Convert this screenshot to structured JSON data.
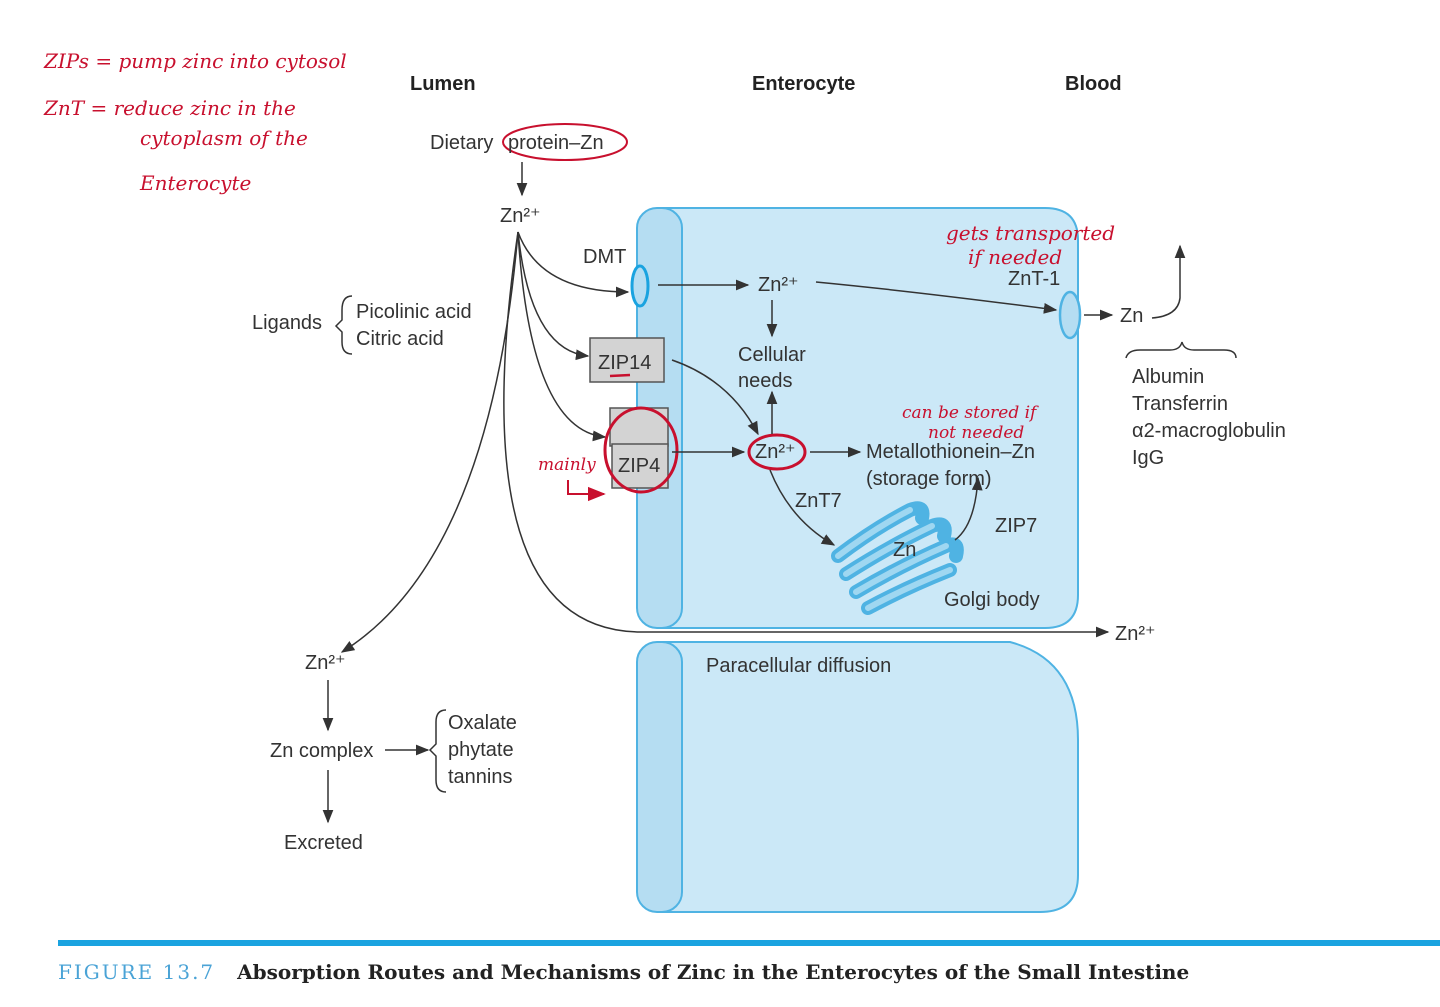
{
  "notes": {
    "zips": "ZIPs = pump zinc into cytosol",
    "znt_line1": "ZnT = reduce zinc in the",
    "znt_line2": "cytoplasm of the",
    "znt_line3": "Enterocyte"
  },
  "headers": {
    "lumen": "Lumen",
    "enterocyte": "Enterocyte",
    "blood": "Blood"
  },
  "lumen": {
    "dietary": "Dietary",
    "protein_zn": "protein–Zn",
    "zn_top": "Zn²⁺",
    "ligands": "Ligands",
    "picolinic": "Picolinic acid",
    "citric": "Citric acid",
    "zn_low": "Zn²⁺",
    "zn_complex": "Zn complex",
    "oxalate": "Oxalate",
    "phytate": "phytate",
    "tannins": "tannins",
    "excreted": "Excreted",
    "mainly": "mainly"
  },
  "transporters": {
    "dmt": "DMT",
    "zip14": "ZIP14",
    "zip4": "ZIP4",
    "znt1": "ZnT-1",
    "znt7": "ZnT7",
    "zip7": "ZIP7"
  },
  "cell": {
    "zn_upper": "Zn²⁺",
    "cellular": "Cellular",
    "needs": "needs",
    "zn_mid": "Zn²⁺",
    "metallothionein": "Metallothionein–Zn",
    "storage": "(storage form)",
    "golgi_zn": "Zn",
    "golgi": "Golgi body",
    "paracellular": "Paracellular diffusion",
    "note_transport1": "gets transported",
    "note_transport2": "if needed",
    "note_store1": "can be stored if",
    "note_store2": "not needed"
  },
  "blood": {
    "zn": "Zn",
    "zn2": "Zn²⁺",
    "albumin": "Albumin",
    "transferrin": "Transferrin",
    "macroglobulin": "α2-macroglobulin",
    "igg": "IgG"
  },
  "caption": {
    "number": "FIGURE 13.7",
    "title": "Absorption Routes and Mechanisms of Zinc in the Enterocytes of the Small Intestine"
  },
  "colors": {
    "cell_fill": "#cbe8f7",
    "cell_stroke": "#4fb3e3",
    "annotation": "#c8102e",
    "caption_rule": "#1aa3e0",
    "golgi": "#7cc8ec"
  }
}
